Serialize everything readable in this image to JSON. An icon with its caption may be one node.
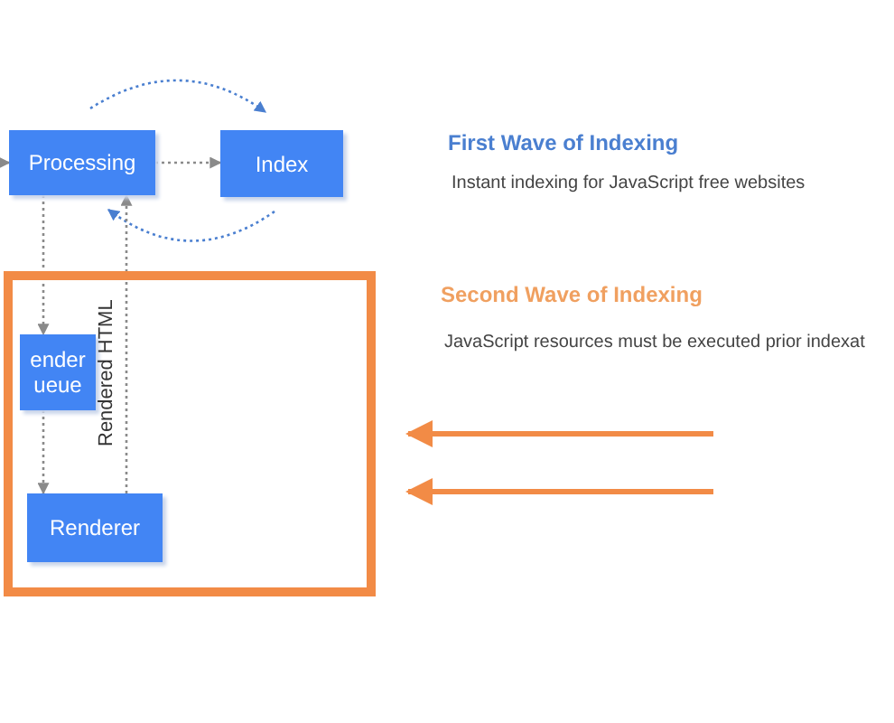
{
  "diagram": {
    "nodes": [
      {
        "text": [
          "Processing"
        ]
      },
      {
        "text": [
          "Index"
        ]
      },
      {
        "text": [],
        "shape": "box"
      },
      {
        "text": [
          "ender ueue"
        ],
        "in": 2
      },
      {
        "text": [
          "Renderer"
        ],
        "in": 2
      }
    ],
    "edges": [
      {
        "from": null,
        "to": 0,
        "arrow": "to",
        "style": "dashed"
      },
      {
        "from": 0,
        "to": 1,
        "arrow": "to",
        "style": "dashed"
      },
      {
        "from": 0,
        "to": 1,
        "arrow": "to",
        "style": "dashed",
        "color": "#4a7fd0"
      },
      {
        "from": 1,
        "to": 0,
        "arrow": "to",
        "style": "dashed",
        "color": "#4a7fd0"
      },
      {
        "from": 0,
        "to": 3,
        "arrow": "to",
        "style": "dashed"
      },
      {
        "from": 3,
        "to": 4,
        "arrow": "to",
        "style": "dashed"
      },
      {
        "from": 4,
        "to": 0,
        "arrow": "to",
        "style": "dashed",
        "label": "Rendered HTML"
      },
      {
        "from": null,
        "to": 2,
        "arrow": "to",
        "style": "thick",
        "color": "#f28b46"
      },
      {
        "from": null,
        "to": 2,
        "arrow": "to",
        "style": "thick",
        "color": "#f28b46"
      }
    ],
    "labels": [
      "First Wave of Indexing",
      "Instant indexing for JavaScript free websites",
      "Second Wave of Indexing",
      "JavaScript resources must be executed prior indexat"
    ]
  }
}
